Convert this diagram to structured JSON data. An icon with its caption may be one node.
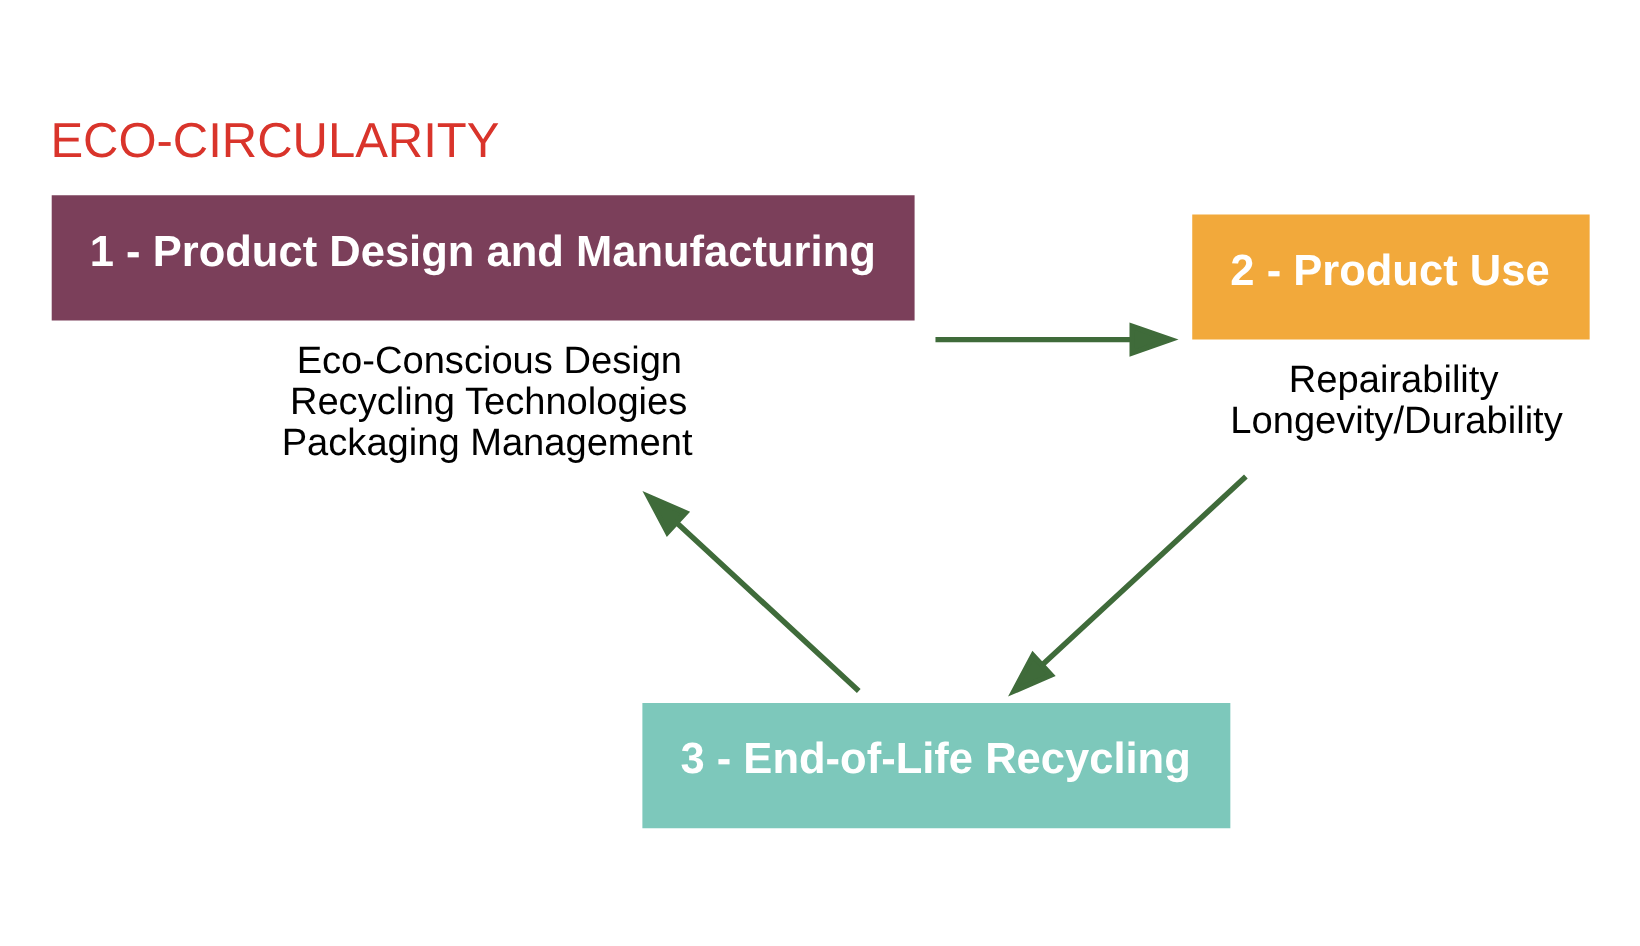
{
  "diagram": {
    "title": "ECO-CIRCULARITY",
    "nodes": [
      {
        "text": [
          "1 - Product Design and Manufacturing"
        ],
        "beside": [
          "Eco-Conscious Design",
          "Recycling Technologies",
          "Packaging Management"
        ]
      },
      {
        "text": [
          "2 - Product Use"
        ],
        "beside": [
          "Repairability",
          "Longevity/Durability"
        ]
      },
      {
        "text": [
          "3 - End-of-Life Recycling"
        ]
      }
    ],
    "edges": [
      {
        "from": 0,
        "to": 1,
        "arrow": "to"
      },
      {
        "from": 1,
        "to": 2,
        "arrow": "to"
      },
      {
        "from": 2,
        "to": 0,
        "arrow": "to"
      }
    ]
  }
}
